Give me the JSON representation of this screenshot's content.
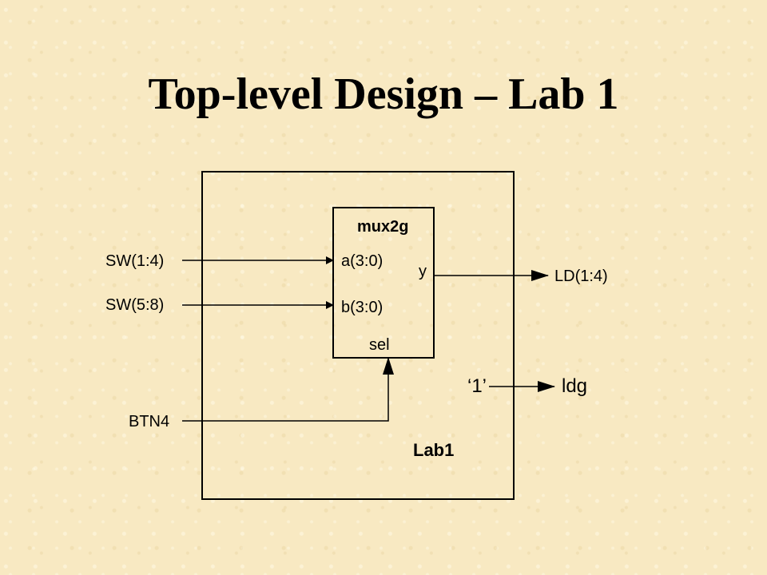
{
  "title": "Top-level Design – Lab 1",
  "diagram": {
    "outer_block": {
      "label": "Lab1"
    },
    "inner_block": {
      "label": "mux2g",
      "ports": {
        "a": "a(3:0)",
        "b": "b(3:0)",
        "y": "y",
        "sel": "sel"
      }
    },
    "inputs": {
      "sw_1_4": "SW(1:4)",
      "sw_5_8": "SW(5:8)",
      "btn4": "BTN4"
    },
    "outputs": {
      "ld": "LD(1:4)",
      "ldg": "ldg"
    },
    "constant": "‘1’"
  }
}
